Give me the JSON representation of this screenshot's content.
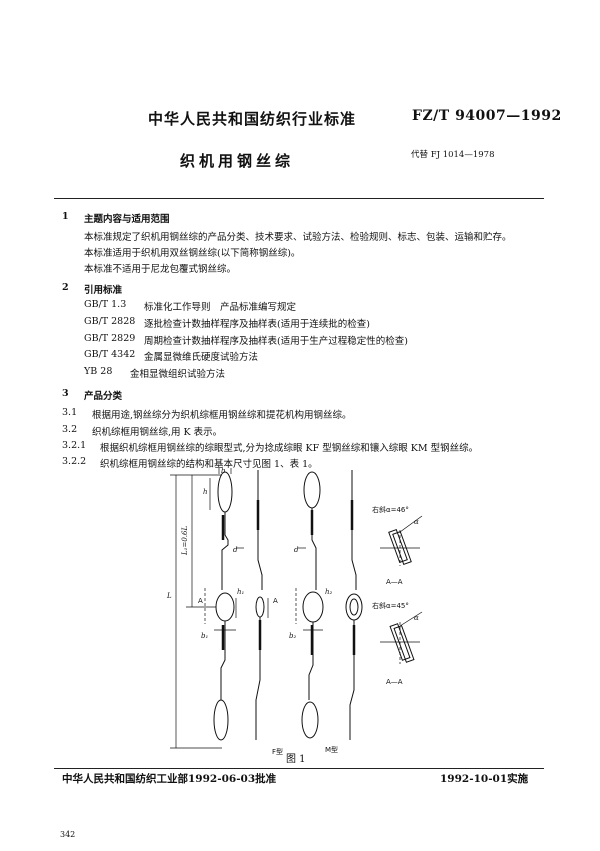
{
  "header": {
    "org_standard": "中华人民共和国纺织行业标准",
    "code": "FZ/T 94007—1992",
    "title": "织机用钢丝综",
    "replaces": "代替 FJ 1014—1978"
  },
  "sections": {
    "s1": {
      "num": "1",
      "title": "主题内容与适用范围",
      "lines": [
        "本标准规定了织机用钢丝综的产品分类、技术要求、试验方法、检验规则、标志、包装、运输和贮存。",
        "本标准适用于织机用双丝钢丝综(以下简称钢丝综)。",
        "本标准不适用于尼龙包覆式钢丝综。"
      ]
    },
    "s2": {
      "num": "2",
      "title": "引用标准",
      "refs": [
        {
          "code": "GB/T 1.3",
          "name": "标准化工作导则　产品标准编写规定"
        },
        {
          "code": "GB/T 2828",
          "name": "逐批检查计数抽样程序及抽样表(适用于连续批的检查)"
        },
        {
          "code": "GB/T 2829",
          "name": "周期检查计数抽样程序及抽样表(适用于生产过程稳定性的检查)"
        },
        {
          "code": "GB/T 4342",
          "name": "金属显微维氏硬度试验方法"
        },
        {
          "code": "YB 28",
          "name": "金相显微组织试验方法"
        }
      ]
    },
    "s3": {
      "num": "3",
      "title": "产品分类",
      "items": [
        {
          "num": "3.1",
          "text": "根据用途,钢丝综分为织机综框用钢丝综和提花机构用钢丝综。"
        },
        {
          "num": "3.2",
          "text": "织机综框用钢丝综,用 K 表示。"
        },
        {
          "num": "3.2.1",
          "text": "根据织机综框用钢丝综的综眼型式,分为捻成综眼 KF 型钢丝综和镶入综眼 KM 型钢丝综。"
        },
        {
          "num": "3.2.2",
          "text": "织机综框用钢丝综的结构和基本尺寸见图 1、表 1。"
        }
      ]
    }
  },
  "figure": {
    "labels": {
      "b": "b",
      "h": "h",
      "L1": "L₁=0.6L",
      "L": "L",
      "d": "d",
      "A": "A",
      "h1": "h₁",
      "b1": "b₁",
      "b2": "b₂",
      "h2": "h₂",
      "alpha": "α",
      "right_slant_top": "右斜α=46°",
      "right_slant_bottom": "右斜α=45°",
      "section_AA_top": "A—A",
      "section_AA_bottom": "A—A",
      "type_F": "F型",
      "type_M": "M型"
    },
    "caption": "图 1"
  },
  "footer": {
    "issuer": "中华人民共和国纺织工业部1992-06-03批准",
    "effective": "1992-10-01实施",
    "page": "342"
  }
}
